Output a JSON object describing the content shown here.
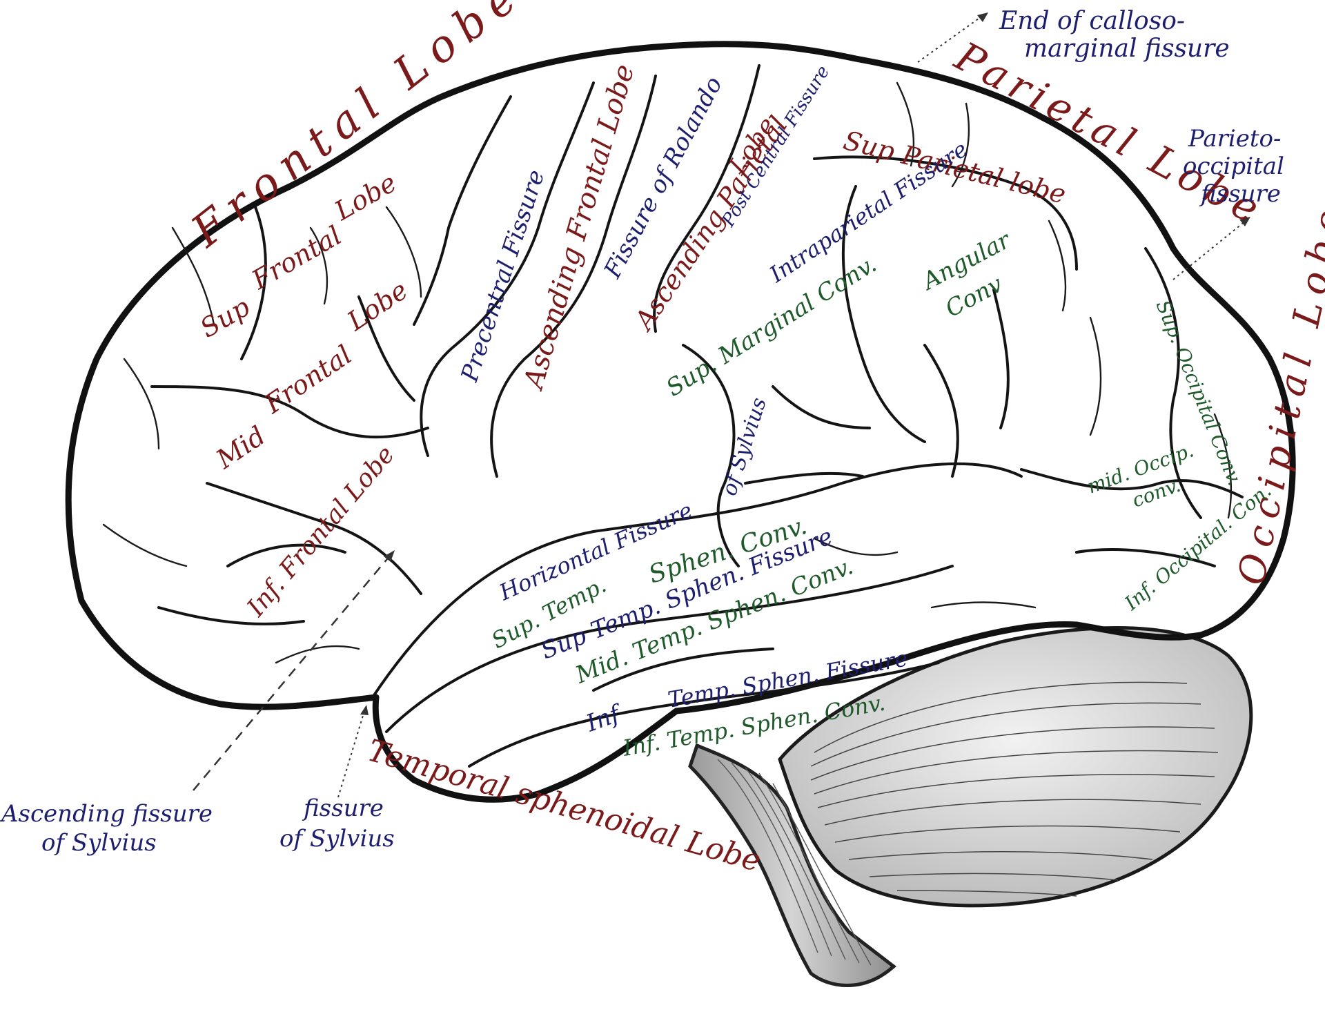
{
  "colors": {
    "lobe_label": "#7a1a1a",
    "fissure_label": "#1d1f6e",
    "convolution_label": "#1f5a2a",
    "brain_fill": "#f1f1f1",
    "outline": "#111111"
  },
  "lobes": {
    "frontal": "Frontal Lobe",
    "parietal": "Parietal Lobe",
    "occipital": "Occipital Lobe",
    "temporal": "Temporal sphenoidal Lobe"
  },
  "regions": {
    "sup_frontal_1": "Sup",
    "sup_frontal_2": "Frontal",
    "sup_frontal_3": "Lobe",
    "mid_frontal_1": "Mid",
    "mid_frontal_2": "Frontal",
    "mid_frontal_3": "Lobe",
    "inf_frontal": "Inf. Frontal Lobe",
    "ascending_frontal": "Ascending Frontal Lobe",
    "ascending_parietal_1": "Ascending Parietal",
    "ascending_parietal_2": "Lobe",
    "sup_parietal": "Sup Parietal lobe"
  },
  "fissures": {
    "precentral": "Precentral Fissure",
    "rolando": "Fissure of Rolando",
    "post_central": "Post Central Fissure",
    "intraparietal": "Intraparietal Fissure",
    "sylvius_inner": "of Sylvius",
    "horizontal": "Horizontal Fissure",
    "sup_temp_sphen": "Sup Temp. Sphen. Fissure",
    "mid_temp_sphen": "Temp. Sphen. Fissure",
    "inf_prefix": "Inf"
  },
  "convolutions": {
    "sup_marginal": "Sup. Marginal Conv.",
    "angular_1": "Angular",
    "angular_2": "Conv",
    "sup_temp_1": "Sup. Temp.",
    "sup_temp_2": "Sphen. Conv.",
    "mid_temp": "Mid. Temp. Sphen. Conv.",
    "inf_temp": "Inf. Temp. Sphen. Conv.",
    "sup_occipital": "Sup. Occipital Conv.",
    "mid_occip_1": "mid. Occip.",
    "mid_occip_2": "conv.",
    "inf_occipital": "Inf. Occipital. Con."
  },
  "callouts": {
    "calloso_1": "End of calloso-",
    "calloso_2": "marginal fissure",
    "parieto_1": "Parieto-",
    "parieto_2": "occipital",
    "parieto_3": "fissure",
    "ascending_sylvius_1": "Ascending fissure",
    "ascending_sylvius_2": "of Sylvius",
    "sylvius_1": "fissure",
    "sylvius_2": "of Sylvius"
  }
}
